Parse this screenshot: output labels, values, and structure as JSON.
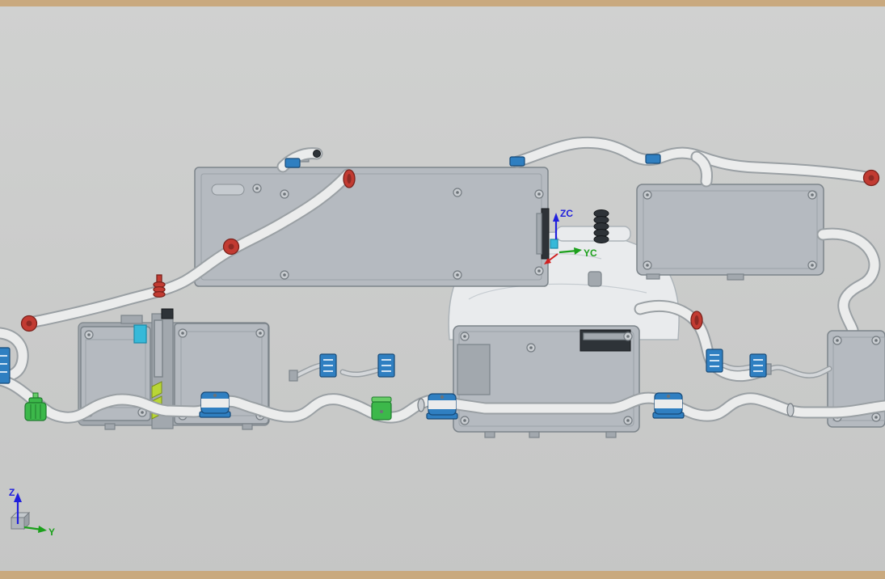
{
  "labels": {
    "wcs_z": "ZC",
    "wcs_y": "YC",
    "triad_z": "Z",
    "triad_y": "Y"
  },
  "colors": {
    "frame": "#c9a97e",
    "viewport-bg": "#cbcccb",
    "panel": "#b5bac0",
    "panel-border": "#7c848a",
    "tube": "#ebecec",
    "tube-outline": "#9aa0a4",
    "clamp-red": "#c23b32",
    "connector-blue": "#2f7fc1",
    "connector-cyan": "#36b9d9",
    "fitting-green": "#3cb84a",
    "axis-blue": "#2020dd",
    "axis-green": "#1ca01c",
    "axis-red": "#d02020"
  },
  "parts": [
    "main-cover-panel",
    "right-cover-panel",
    "left-module-box",
    "center-module-box",
    "right-module-box",
    "center-housing",
    "top-hose",
    "left-hose",
    "bottom-hose",
    "right-hose",
    "hose-clamp-red",
    "hose-clamp-blue",
    "terminal-block-blue",
    "inline-fitting-green",
    "corrugated-boot",
    "wcs-triad",
    "view-orientation-triad"
  ]
}
